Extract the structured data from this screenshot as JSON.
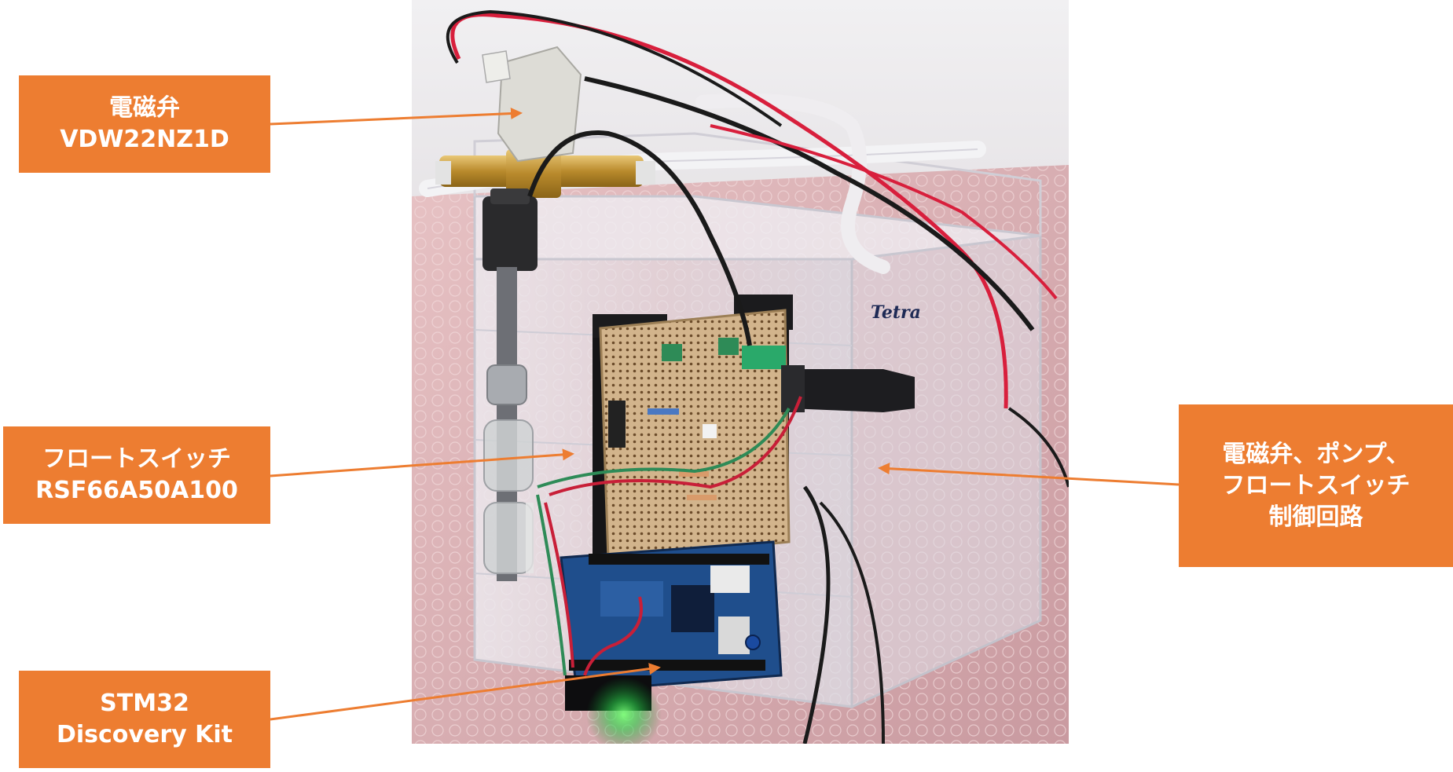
{
  "annotations": {
    "solenoid_valve": {
      "line1": "電磁弁",
      "line2": "VDW22NZ1D"
    },
    "float_switch": {
      "line1": "フロートスイッチ",
      "line2": "RSF66A50A100"
    },
    "control_circuit": {
      "line1": "電磁弁、ポンプ、",
      "line2": "フロートスイッチ",
      "line3": "制御回路"
    },
    "discovery_kit": {
      "line1": "STM32",
      "line2": "Discovery Kit"
    }
  },
  "photo": {
    "brand_label": "Tetra"
  },
  "colors": {
    "callout": "#ed7d31",
    "callout_text": "#ffffff",
    "arrow": "#ed7d31"
  }
}
